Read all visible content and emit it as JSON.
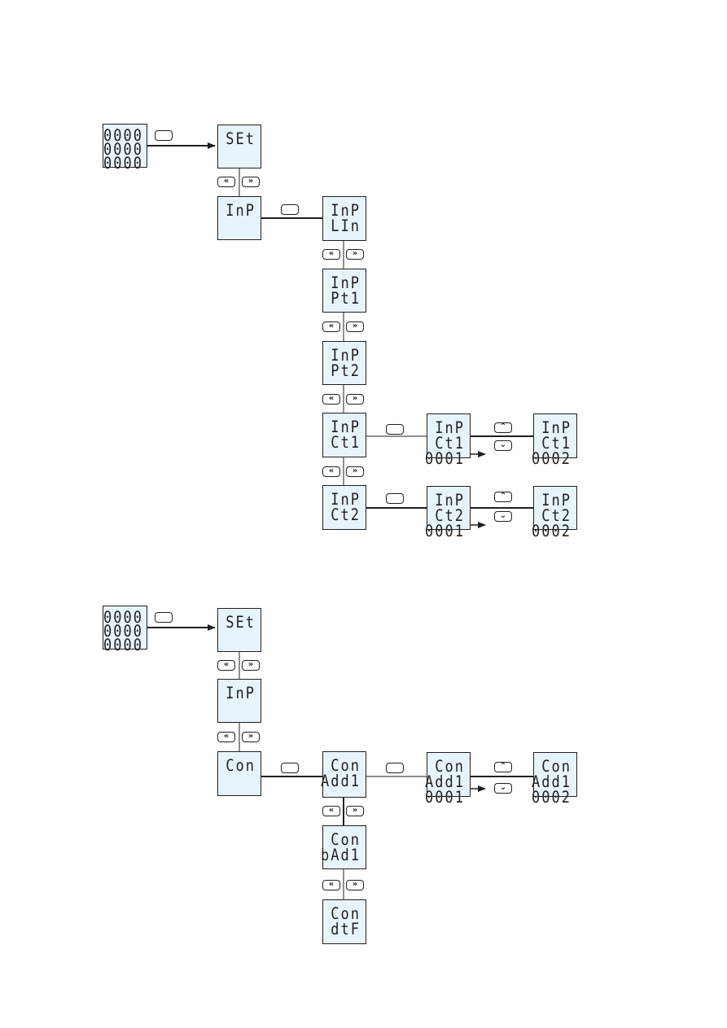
{
  "icons": {
    "blank_key": "enter-key-icon",
    "left_key": "left-double-chevron-icon",
    "right_key": "right-double-chevron-icon",
    "up_key": "up-double-chevron-icon",
    "down_key": "down-double-chevron-icon"
  },
  "glyphs": {
    "left": "«",
    "right": "»",
    "up": "⌃",
    "down": "⌄"
  },
  "colors": {
    "stroke": "#231f20",
    "lcd_background": "#e8f4fb"
  },
  "diagram1": {
    "home": [
      "0000",
      "0000",
      "0000"
    ],
    "set": [
      "SEt",
      "",
      ""
    ],
    "inp": [
      "InP",
      "",
      ""
    ],
    "lin": [
      "InP",
      "LIn",
      ""
    ],
    "pt1": [
      "InP",
      "Pt1",
      ""
    ],
    "pt2": [
      "InP",
      "Pt2",
      ""
    ],
    "ct1": [
      "InP",
      "Ct1",
      ""
    ],
    "ct2": [
      "InP",
      "Ct2",
      ""
    ],
    "ct1_edit": [
      "InP",
      "Ct1",
      "0001"
    ],
    "ct1_next": [
      "InP",
      "Ct1",
      "0002"
    ],
    "ct2_edit": [
      "InP",
      "Ct2",
      "0001"
    ],
    "ct2_next": [
      "InP",
      "Ct2",
      "0002"
    ]
  },
  "diagram2": {
    "home": [
      "0000",
      "0000",
      "0000"
    ],
    "set": [
      "SEt",
      "",
      ""
    ],
    "inp": [
      "InP",
      "",
      ""
    ],
    "com": [
      "Con",
      "",
      ""
    ],
    "add1": [
      "Con",
      "Add1",
      ""
    ],
    "badr": [
      "Con",
      "bAd1",
      ""
    ],
    "dtf": [
      "Con",
      "dtF",
      ""
    ],
    "add1_edit": [
      "Con",
      "Add1",
      "0001"
    ],
    "add1_next": [
      "Con",
      "Add1",
      "0002"
    ]
  }
}
